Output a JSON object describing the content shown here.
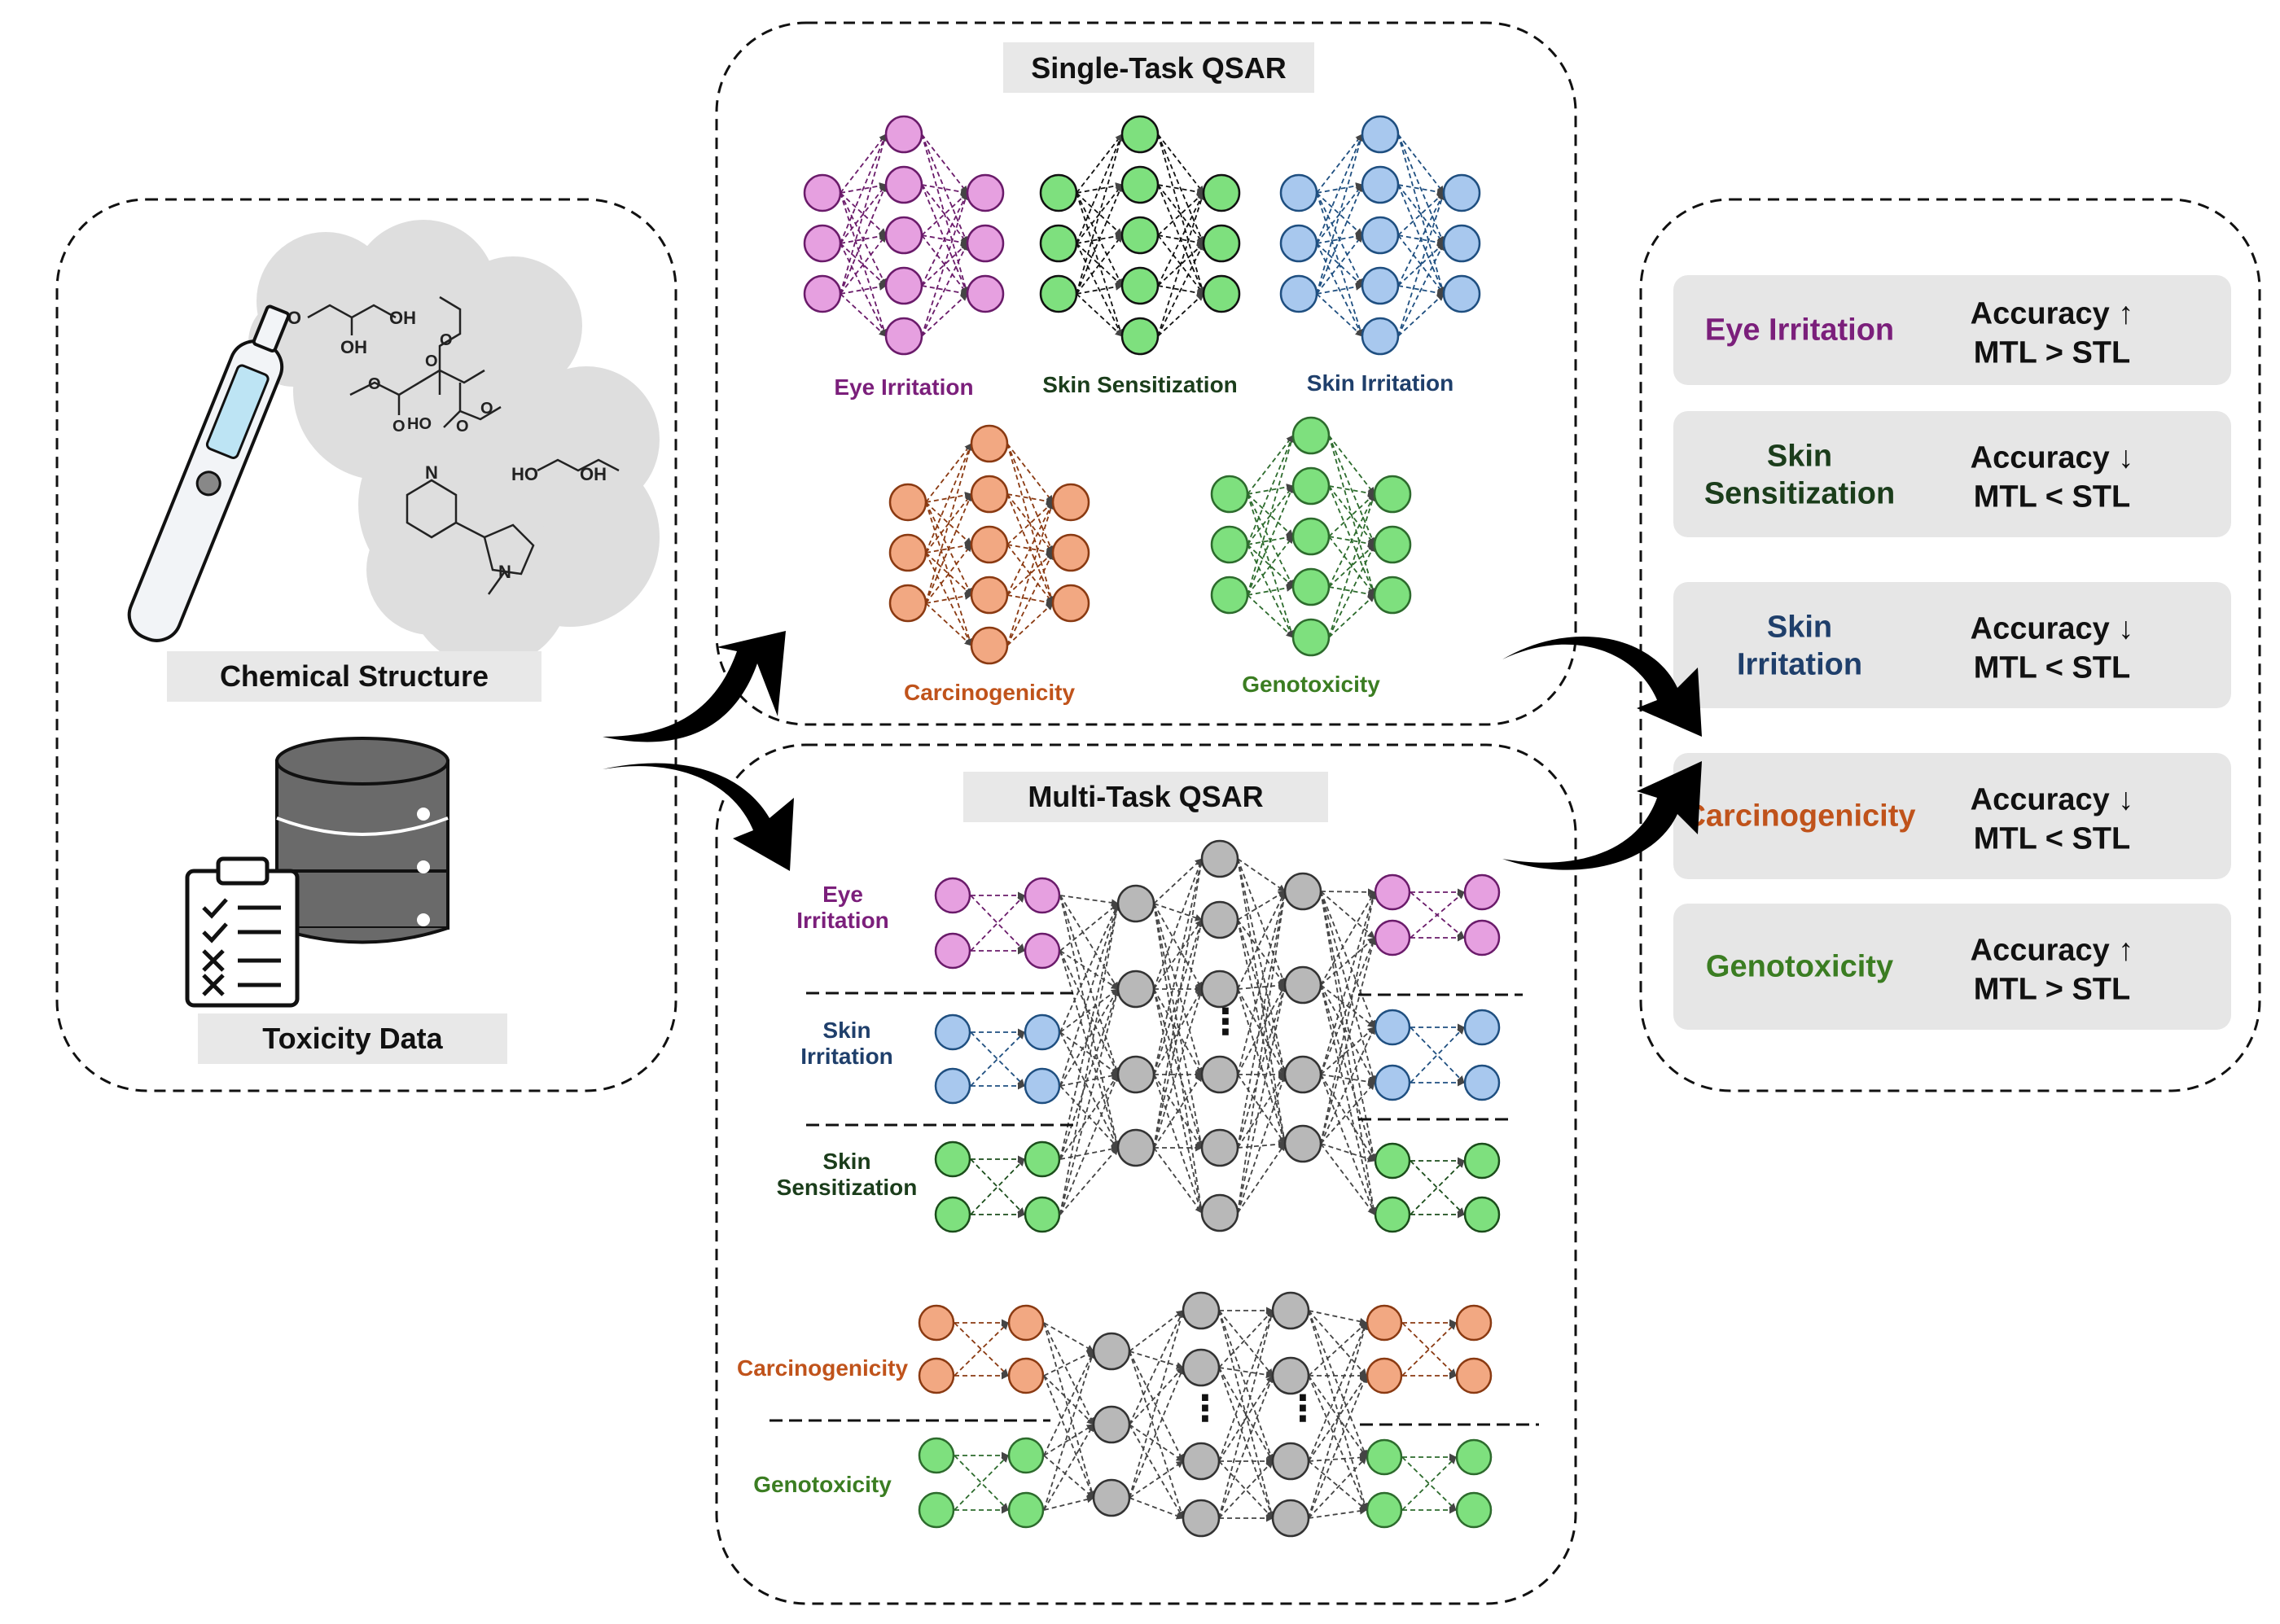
{
  "input": {
    "chemical_label": "Chemical Structure",
    "toxicity_label": "Toxicity Data",
    "atom_labels": {
      "glycerol_oh1": "HO",
      "glycerol_oh2": "OH",
      "glycerol_oh3": "OH",
      "ester_o1": "O",
      "ester_o2": "O",
      "ester_o3": "O",
      "ester_o4": "O",
      "ester_o5": "O",
      "ester_o6": "O",
      "citrate_ho": "HO",
      "pg_ho": "HO",
      "pg_oh": "OH",
      "nic_n1": "N",
      "nic_n2": "N"
    }
  },
  "single_task": {
    "title": "Single-Task QSAR",
    "networks": [
      {
        "label": "Eye Irritation",
        "fill": "#e6a0e0",
        "stroke": "#6a1b6a",
        "text_color": "#7b1f7b"
      },
      {
        "label": "Skin Sensitization",
        "fill": "#7ee07e",
        "stroke": "#111111",
        "text_color": "#1b3d1b"
      },
      {
        "label": "Skin Irritation",
        "fill": "#a8c8ee",
        "stroke": "#1f4f80",
        "text_color": "#1f3f6b"
      },
      {
        "label": "Carcinogenicity",
        "fill": "#f2a882",
        "stroke": "#8a3a12",
        "text_color": "#c0531b"
      },
      {
        "label": "Genotoxicity",
        "fill": "#7ee07e",
        "stroke": "#2d6b2d",
        "text_color": "#3b7d22"
      }
    ]
  },
  "multi_task": {
    "title": "Multi-Task QSAR",
    "tasks": [
      {
        "label": "Eye\nIrritation",
        "fill": "#e6a0e0",
        "stroke": "#6a1b6a",
        "text_color": "#7b1f7b"
      },
      {
        "label": "Skin\nIrritation",
        "fill": "#a8c8ee",
        "stroke": "#1f4f80",
        "text_color": "#1f3f6b"
      },
      {
        "label": "Skin\nSensitization",
        "fill": "#7ee07e",
        "stroke": "#1b4d1b",
        "text_color": "#1b3d1b"
      },
      {
        "label": "Carcinogenicity",
        "fill": "#f2a882",
        "stroke": "#8a3a12",
        "text_color": "#c0531b"
      },
      {
        "label": "Genotoxicity",
        "fill": "#7ee07e",
        "stroke": "#2d6b2d",
        "text_color": "#3b7d22"
      }
    ],
    "shared_fill": "#b8b8b8",
    "ellipsis": "⋮"
  },
  "results": [
    {
      "label": "Eye Irritation",
      "color": "#7b1f7b",
      "line1": "Accuracy",
      "arrow": "↑",
      "line2": "MTL > STL"
    },
    {
      "label": "Skin\nSensitization",
      "color": "#1b3d1b",
      "line1": "Accuracy",
      "arrow": "↓",
      "line2": "MTL < STL"
    },
    {
      "label": "Skin\nIrritation",
      "color": "#1f3f6b",
      "line1": "Accuracy",
      "arrow": "↓",
      "line2": "MTL < STL"
    },
    {
      "label": "Carcinogenicity",
      "color": "#c0531b",
      "line1": "Accuracy",
      "arrow": "↓",
      "line2": "MTL < STL"
    },
    {
      "label": "Genotoxicity",
      "color": "#3b7d22",
      "line1": "Accuracy",
      "arrow": "↑",
      "line2": "MTL > STL"
    }
  ]
}
